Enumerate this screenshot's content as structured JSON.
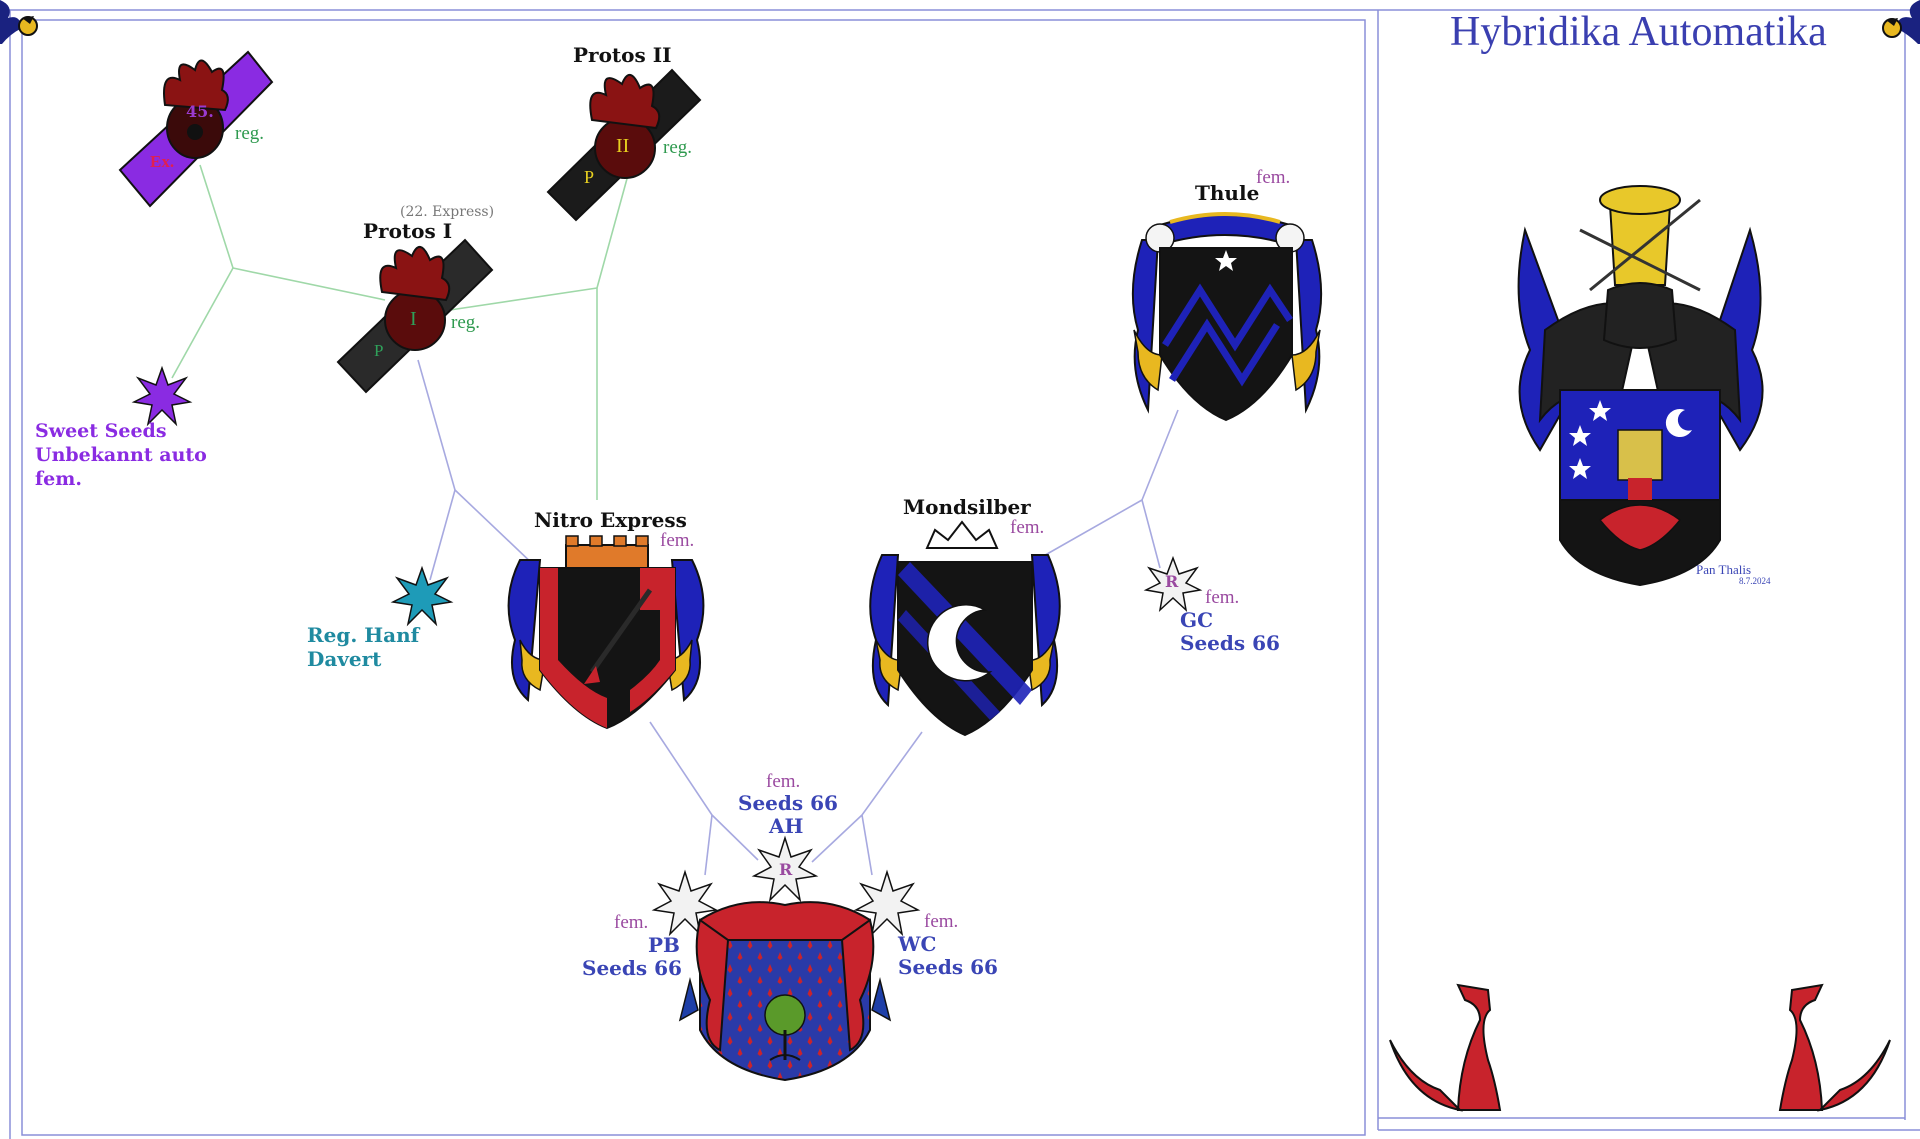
{
  "title": "Hybridika Automatika",
  "nodes": {
    "protos2": {
      "name": "Protos II",
      "letter": "II",
      "p": "P",
      "type": "reg."
    },
    "ex45": {
      "number": "45.",
      "ex": "Ex.",
      "type": "reg."
    },
    "protos1": {
      "name": "Protos I",
      "note": "(22. Express)",
      "letter": "I",
      "p": "P",
      "type": "reg."
    },
    "sweetseeds": {
      "line1": "Sweet Seeds",
      "line2": "Unbekannt auto",
      "line3": "fem."
    },
    "reghanf": {
      "line1": "Reg. Hanf",
      "line2": "Davert"
    },
    "nitro": {
      "name": "Nitro Express",
      "type": "fem."
    },
    "mondsilber": {
      "name": "Mondsilber",
      "type": "fem."
    },
    "thule": {
      "name": "Thule",
      "type": "fem."
    },
    "gc": {
      "letter": "R",
      "type": "fem.",
      "line1": "GC",
      "line2": "Seeds 66"
    },
    "ah": {
      "type": "fem.",
      "line1": "Seeds 66",
      "line2": "AH",
      "letter": "R"
    },
    "pb": {
      "type": "fem.",
      "line1": "PB",
      "line2": "Seeds 66"
    },
    "wc": {
      "type": "fem.",
      "line1": "WC",
      "line2": "Seeds 66"
    }
  },
  "signature": {
    "name": "Pan Thalis",
    "date": "8.7.2024"
  },
  "colors": {
    "frame": "#7a7fd0",
    "title": "#3a3fb0",
    "blue": "#1e22b8",
    "red": "#c8232c",
    "black": "#141414",
    "gold": "#e8b820",
    "purple": "#8a2be2",
    "teal": "#1f8aa0"
  }
}
